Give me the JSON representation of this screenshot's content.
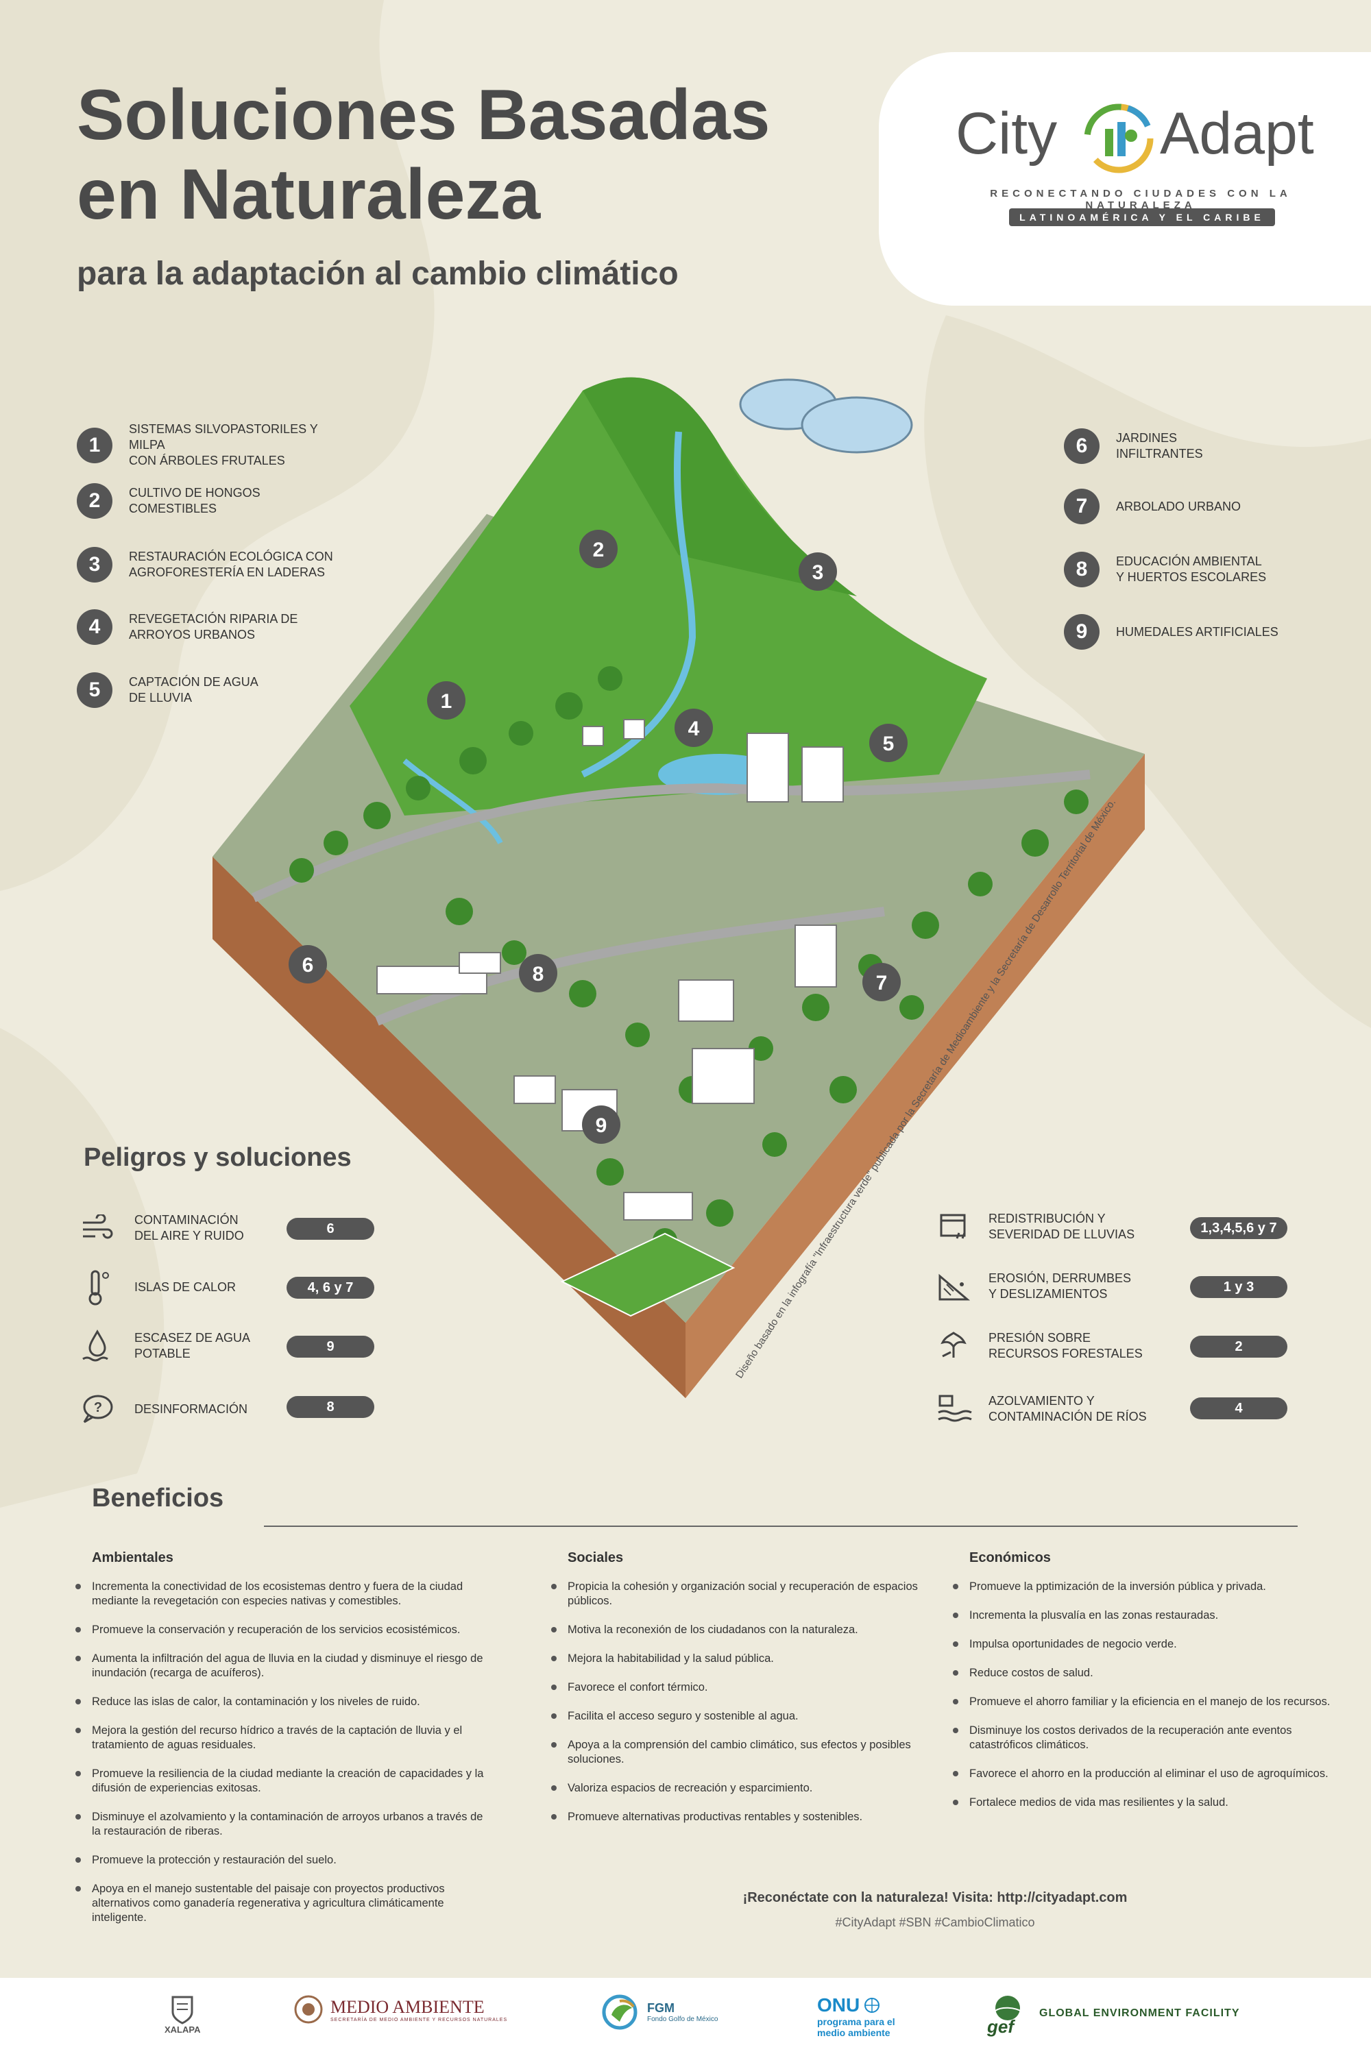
{
  "header": {
    "title_line1": "Soluciones Basadas",
    "title_line2": "en Naturaleza",
    "subtitle": "para la adaptación al cambio climático"
  },
  "logo": {
    "word_left": "City",
    "word_right": "Adapt",
    "tagline": "RECONECTANDO CIUDADES CON LA NATURALEZA",
    "badge": "LATINOAMÉRICA Y EL CARIBE"
  },
  "solutions_left": [
    {
      "num": "1",
      "text": "SISTEMAS SILVOPASTORILES Y MILPA\nCON ÁRBOLES FRUTALES"
    },
    {
      "num": "2",
      "text": "CULTIVO DE HONGOS\nCOMESTIBLES"
    },
    {
      "num": "3",
      "text": "RESTAURACIÓN ECOLÓGICA CON\nAGROFORESTERÍA EN LADERAS"
    },
    {
      "num": "4",
      "text": "REVEGETACIÓN RIPARIA DE\nARROYOS URBANOS"
    },
    {
      "num": "5",
      "text": "CAPTACIÓN DE AGUA\nDE LLUVIA"
    }
  ],
  "solutions_right": [
    {
      "num": "6",
      "text": "JARDINES\nINFILTRANTES"
    },
    {
      "num": "7",
      "text": "ARBOLADO URBANO"
    },
    {
      "num": "8",
      "text": "EDUCACIÓN AMBIENTAL\nY HUERTOS ESCOLARES"
    },
    {
      "num": "9",
      "text": "HUMEDALES ARTIFICIALES"
    }
  ],
  "map_markers": [
    "1",
    "2",
    "3",
    "4",
    "5",
    "6",
    "7",
    "8",
    "9"
  ],
  "credit": "Diseño basado en la infografía \"Infraestructura verde\" publicada por la Secretaría de Medioambiente y la Secretaría de Desarrollo Territorial de México.",
  "hazards": {
    "title": "Peligros y soluciones",
    "left": [
      {
        "label": "CONTAMINACIÓN\nDEL AIRE Y RUIDO",
        "value": "6",
        "icon": "wind-icon"
      },
      {
        "label": "ISLAS DE CALOR",
        "value": "4, 6 y 7",
        "icon": "thermometer-icon"
      },
      {
        "label": "ESCASEZ DE AGUA\nPOTABLE",
        "value": "9",
        "icon": "water-drop-icon"
      },
      {
        "label": "DESINFORMACIÓN",
        "value": "8",
        "icon": "question-bubble-icon"
      }
    ],
    "right": [
      {
        "label": "REDISTRIBUCIÓN Y\nSEVERIDAD DE LLUVIAS",
        "value": "1,3,4,5,6 y 7",
        "icon": "rain-calendar-icon"
      },
      {
        "label": "EROSIÓN, DERRUMBES\nY DESLIZAMIENTOS",
        "value": "1 y 3",
        "icon": "landslide-icon"
      },
      {
        "label": "PRESIÓN SOBRE\nRECURSOS FORESTALES",
        "value": "2",
        "icon": "tree-cut-icon"
      },
      {
        "label": "AZOLVAMIENTO Y\nCONTAMINACIÓN DE RÍOS",
        "value": "4",
        "icon": "river-icon"
      }
    ]
  },
  "benefits": {
    "title": "Beneficios",
    "ambientales": {
      "heading": "Ambientales",
      "items": [
        "Incrementa la conectividad de los ecosistemas dentro y fuera de la ciudad mediante la revegetación con especies nativas y comestibles.",
        "Promueve la conservación y recuperación de los servicios ecosistémicos.",
        "Aumenta la infiltración del agua de lluvia en la ciudad y disminuye el riesgo de inundación (recarga de acuíferos).",
        "Reduce las islas de calor, la contaminación y los niveles de ruido.",
        "Mejora la gestión del recurso hídrico a través de la captación de lluvia y el tratamiento de aguas residuales.",
        "Promueve la resiliencia de la ciudad mediante la creación de capacidades y la difusión de experiencias exitosas.",
        "Disminuye el azolvamiento y la contaminación de arroyos urbanos a través de la restauración de riberas.",
        "Promueve la protección y  restauración del suelo.",
        "Apoya en el manejo sustentable del paisaje con proyectos productivos alternativos como ganadería regenerativa y agricultura climáticamente inteligente."
      ]
    },
    "sociales": {
      "heading": "Sociales",
      "items": [
        "Propicia la cohesión y organización social y recuperación de espacios públicos.",
        "Motiva la reconexión de los ciudadanos con la naturaleza.",
        "Mejora la habitabilidad y la salud pública.",
        "Favorece el confort térmico.",
        "Facilita el acceso seguro y sostenible al agua.",
        "Apoya a la comprensión del cambio climático, sus efectos y posibles soluciones.",
        "Valoriza espacios de recreación y esparcimiento.",
        "Promueve alternativas productivas rentables y sostenibles."
      ]
    },
    "economicos": {
      "heading": "Económicos",
      "items": [
        "Promueve la pptimización de la inversión pública y privada.",
        "Incrementa la plusvalía en las zonas restauradas.",
        "Impulsa oportunidades de negocio verde.",
        "Reduce costos de salud.",
        "Promueve el ahorro familiar y la eficiencia en el manejo de los recursos.",
        "Disminuye los costos derivados de la recuperación ante eventos catastróficos climáticos.",
        "Favorece el ahorro en la producción al eliminar el uso de agroquímicos.",
        "Fortalece medios de vida mas resilientes y la salud."
      ]
    }
  },
  "cta": {
    "line": "¡Reconéctate con la naturaleza!  Visita: http://cityadapt.com",
    "hashtags": "#CityAdapt #SBN #CambioClimatico"
  },
  "footer": {
    "xalapa": "XALAPA",
    "medio_ambiente": "MEDIO AMBIENTE",
    "medio_ambiente_sub": "SECRETARÍA DE MEDIO AMBIENTE Y RECURSOS NATURALES",
    "fgm": "FGM",
    "fgm_sub": "Fondo Golfo de México",
    "onu": "ONU",
    "onu_sub1": "programa para el",
    "onu_sub2": "medio ambiente",
    "gef": "gef",
    "gef_full": "GLOBAL ENVIRONMENT FACILITY"
  },
  "colors": {
    "background": "#eeebdd",
    "dark": "#555555",
    "green": "#5aa83c",
    "soil": "#b5754a"
  }
}
